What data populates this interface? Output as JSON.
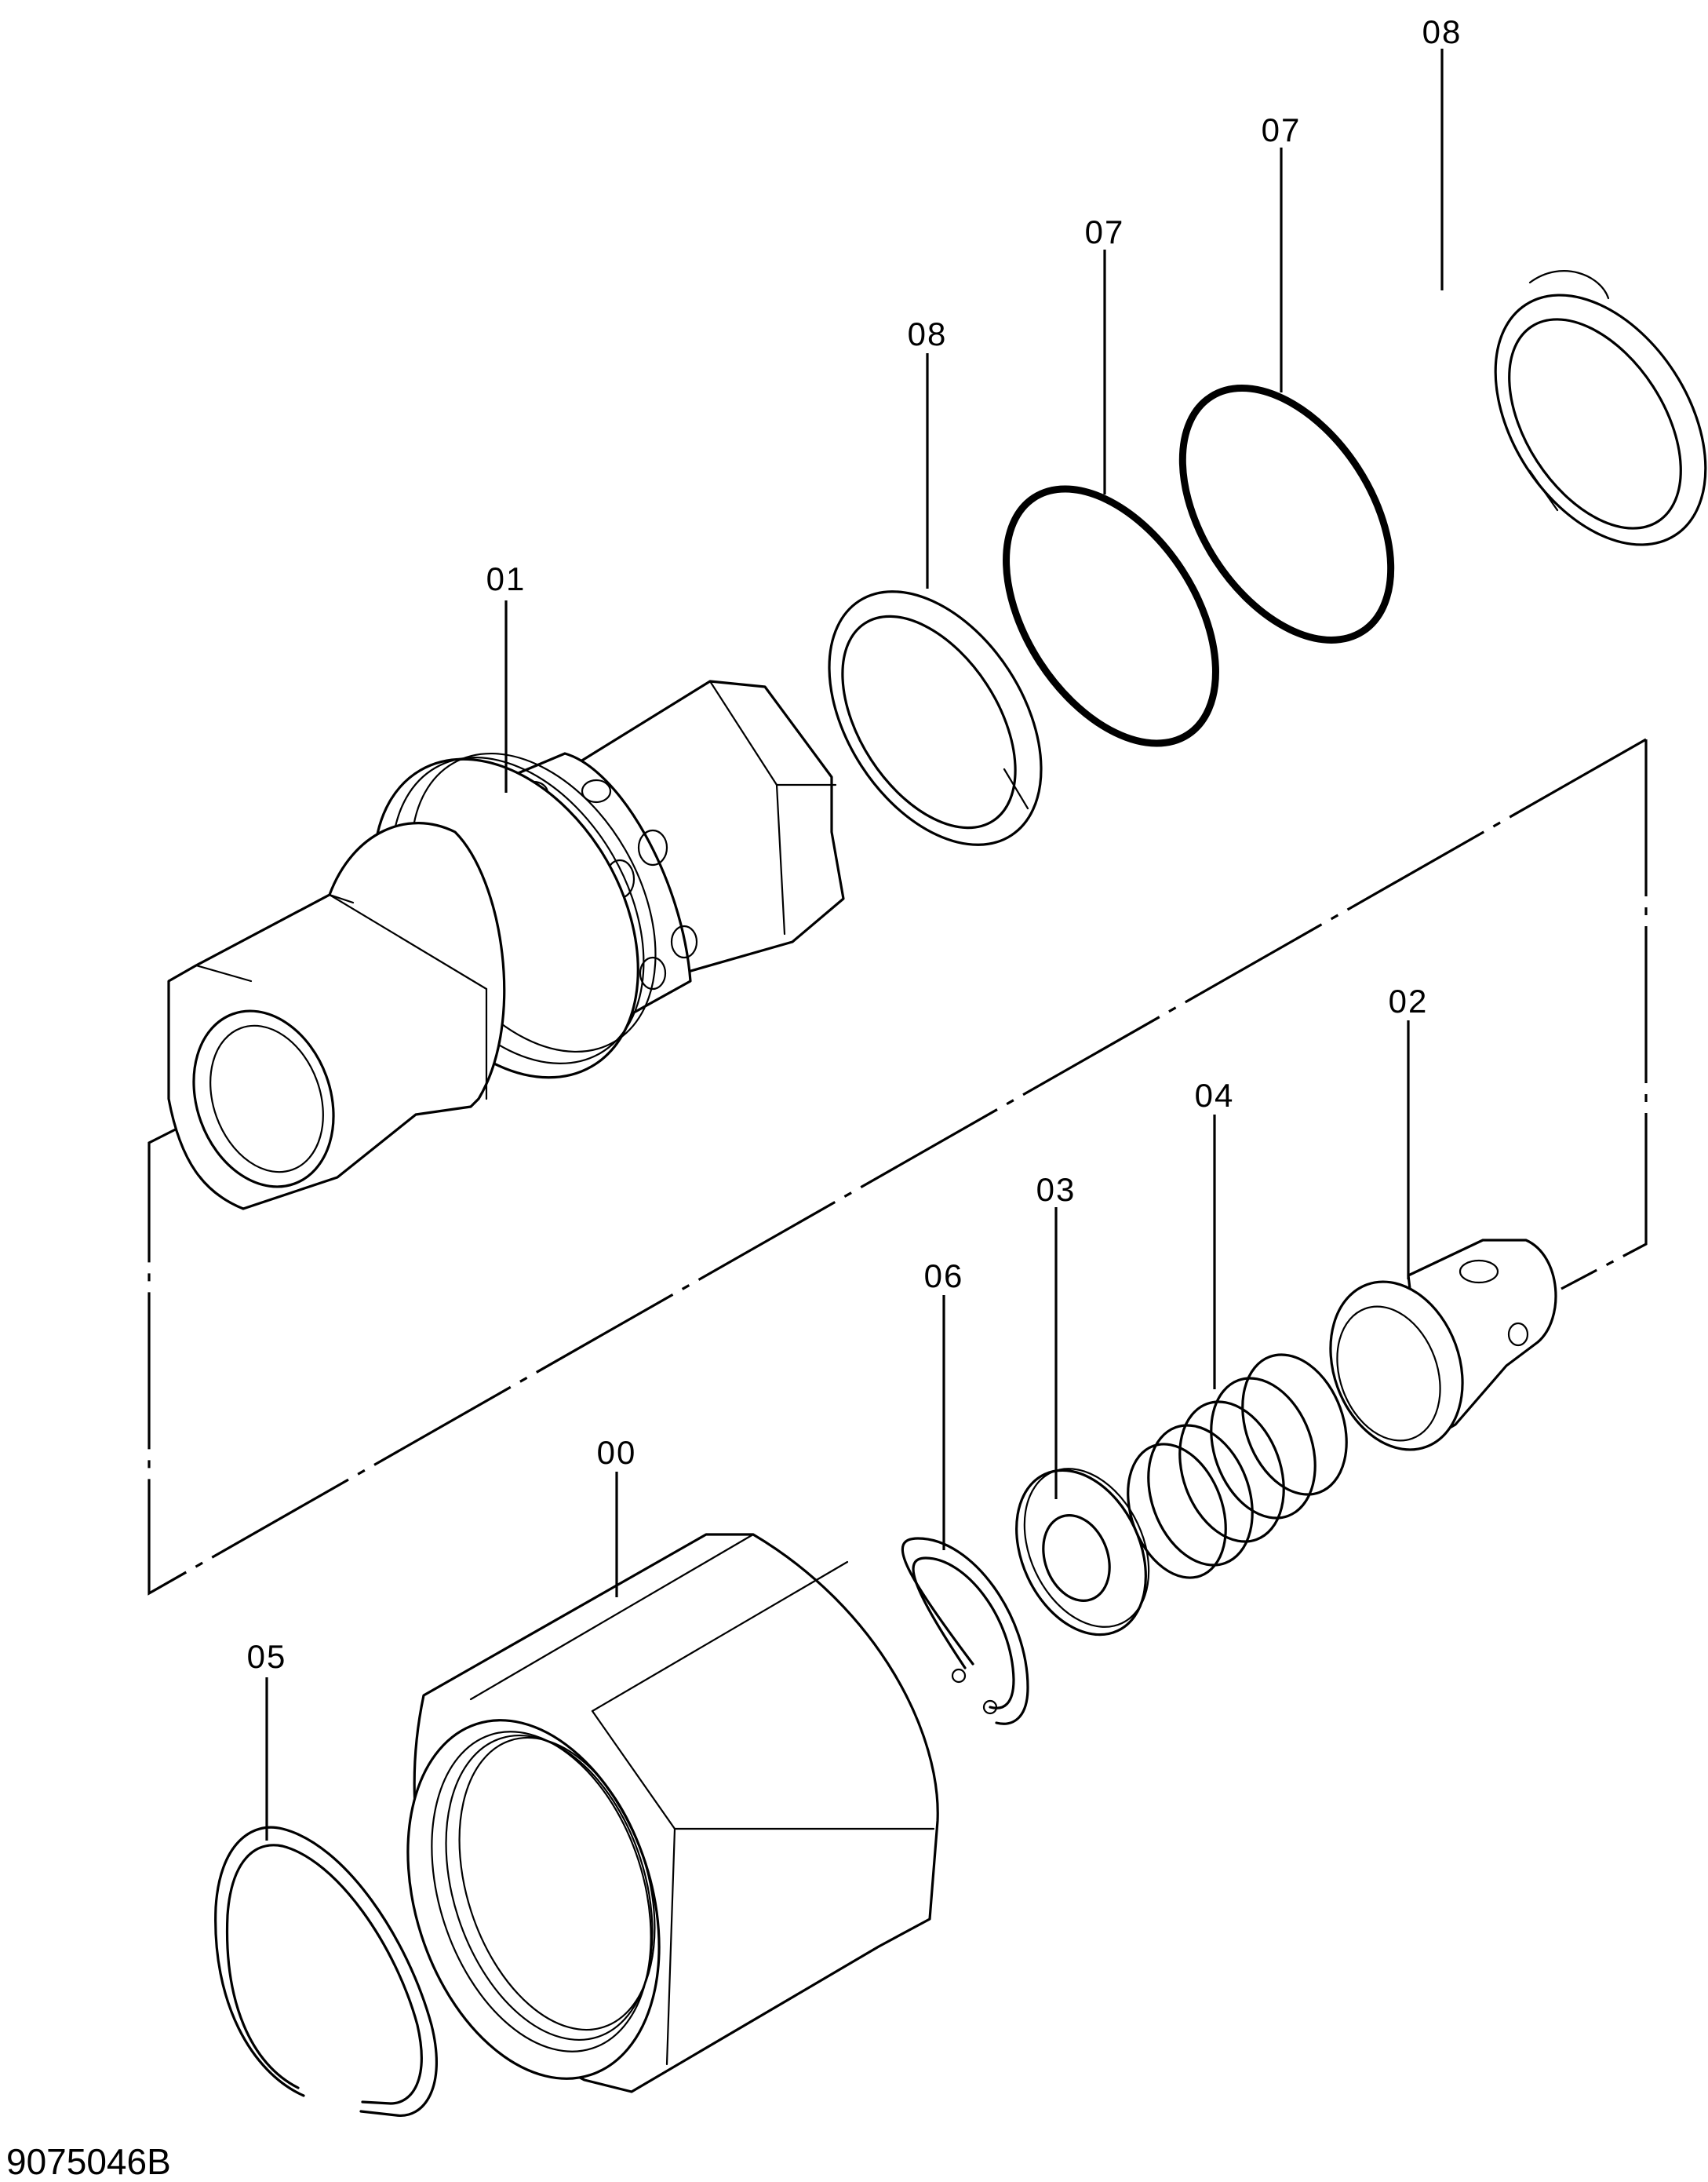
{
  "callouts": {
    "part_00": "00",
    "part_01": "01",
    "part_02": "02",
    "part_03": "03",
    "part_04": "04",
    "part_05": "05",
    "part_06": "06",
    "part_07a": "07",
    "part_07b": "07",
    "part_08a": "08",
    "part_08b": "08"
  },
  "drawing_number": "9075046B"
}
